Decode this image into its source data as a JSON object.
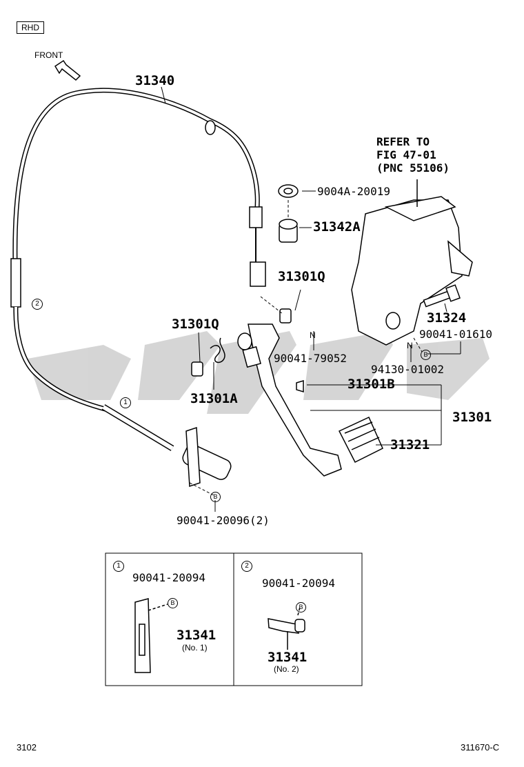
{
  "header": {
    "variant_tag": "RHD",
    "front_label": "FRONT"
  },
  "reference": {
    "line1": "REFER TO",
    "line2": "FIG 47-01",
    "line3": "(PNC 55106)"
  },
  "callouts": {
    "cable": "31340",
    "cushion": "9004A-20019",
    "bushing": "31342A",
    "pin_upper": "31301Q",
    "pin_left": "31301Q",
    "spring": "31301A",
    "clip_nut": "90041-79052",
    "bolt": "31324",
    "nut_bracket": "90041-01610",
    "nut_94130": "94130-01002",
    "stopper": "31301B",
    "pedal_assy": "31301",
    "pad": "31321",
    "cable_bolts": "90041-20096(2)"
  },
  "markers": {
    "one": "1",
    "two": "2",
    "b": "B",
    "n": "N"
  },
  "detail_boxes": [
    {
      "marker": "1",
      "part": "90041-20094",
      "item": "31341",
      "note": "(No. 1)"
    },
    {
      "marker": "2",
      "part": "90041-20094",
      "item": "31341",
      "note": "(No. 2)"
    }
  ],
  "footer": {
    "left_code": "3102",
    "right_code": "311670-C"
  }
}
